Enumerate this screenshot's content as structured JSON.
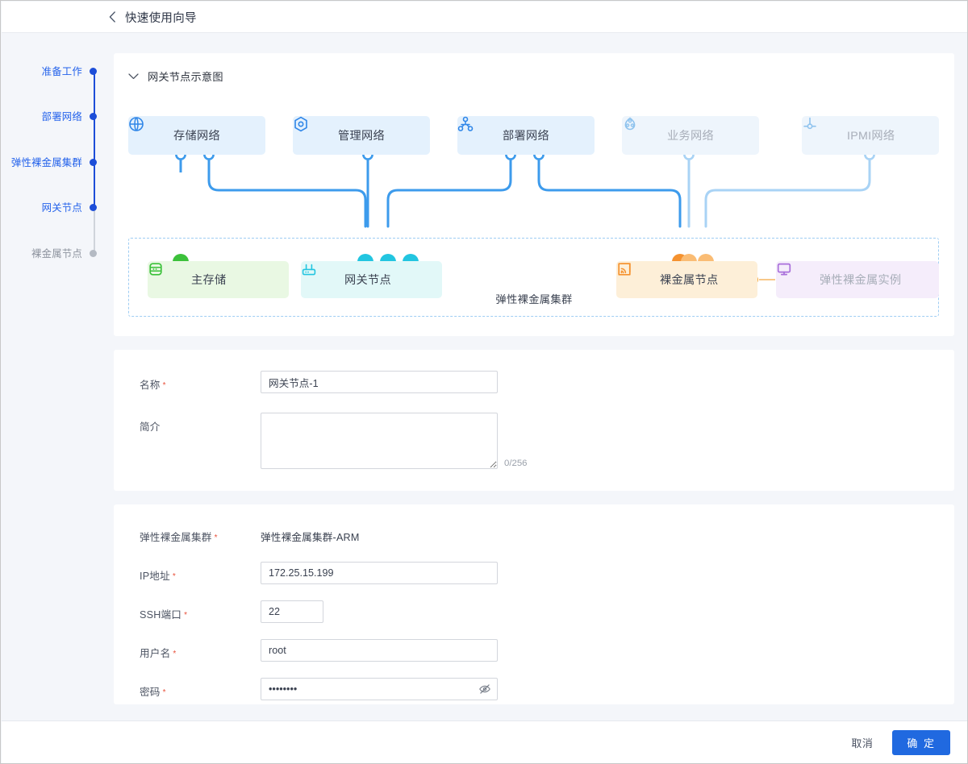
{
  "header": {
    "back_icon": "chevron-left-icon",
    "title": "快速使用向导"
  },
  "stepper": {
    "items": [
      {
        "label": "准备工作",
        "state": "active"
      },
      {
        "label": "部署网络",
        "state": "active"
      },
      {
        "label": "弹性裸金属集群",
        "state": "active"
      },
      {
        "label": "网关节点",
        "state": "active"
      },
      {
        "label": "裸金属节点",
        "state": "inactive"
      }
    ],
    "active_color": "#1d4ed8",
    "inactive_color": "#b4bac3"
  },
  "diagram_panel": {
    "caret_icon": "chevron-down-icon",
    "title": "网关节点示意图",
    "cluster_label": "弹性裸金属集群",
    "networks": [
      {
        "label": "存储网络",
        "icon": "globe-icon",
        "state": "enabled"
      },
      {
        "label": "管理网络",
        "icon": "hexagon-target-icon",
        "state": "enabled"
      },
      {
        "label": "部署网络",
        "icon": "share-nodes-icon",
        "state": "enabled"
      },
      {
        "label": "业务网络",
        "icon": "service-network-icon",
        "state": "disabled"
      },
      {
        "label": "IPMI网络",
        "icon": "ipmi-icon",
        "state": "disabled"
      }
    ],
    "nodes": [
      {
        "label": "主存储",
        "icon": "database-icon",
        "accent": "#3cc13b",
        "state": "enabled"
      },
      {
        "label": "网关节点",
        "icon": "router-icon",
        "accent": "#22c5e0",
        "state": "enabled"
      },
      {
        "label": "裸金属节点",
        "icon": "signal-bare-metal-icon",
        "accent": "#f5922f",
        "state": "enabled"
      },
      {
        "label": "弹性裸金属实例",
        "icon": "monitor-icon",
        "accent": "#a96fdb",
        "state": "disabled"
      }
    ]
  },
  "basic_form": {
    "name": {
      "label": "名称",
      "required": true,
      "value": "网关节点-1",
      "placeholder": ""
    },
    "description": {
      "label": "简介",
      "required": false,
      "value": "",
      "placeholder": "",
      "counter": "0/256"
    }
  },
  "connection_form": {
    "cluster": {
      "label": "弹性裸金属集群",
      "required": true,
      "value": "弹性裸金属集群-ARM"
    },
    "ip": {
      "label": "IP地址",
      "required": true,
      "value": "172.25.15.199",
      "placeholder": ""
    },
    "ssh_port": {
      "label": "SSH端口",
      "required": true,
      "value": "22",
      "placeholder": ""
    },
    "username": {
      "label": "用户名",
      "required": true,
      "value": "root",
      "placeholder": ""
    },
    "password": {
      "label": "密码",
      "required": true,
      "value": "••••••••",
      "placeholder": "",
      "toggle_icon": "eye-off-icon"
    }
  },
  "footer": {
    "cancel_label": "取消",
    "confirm_label": "确 定",
    "primary_color": "#2069e0"
  }
}
